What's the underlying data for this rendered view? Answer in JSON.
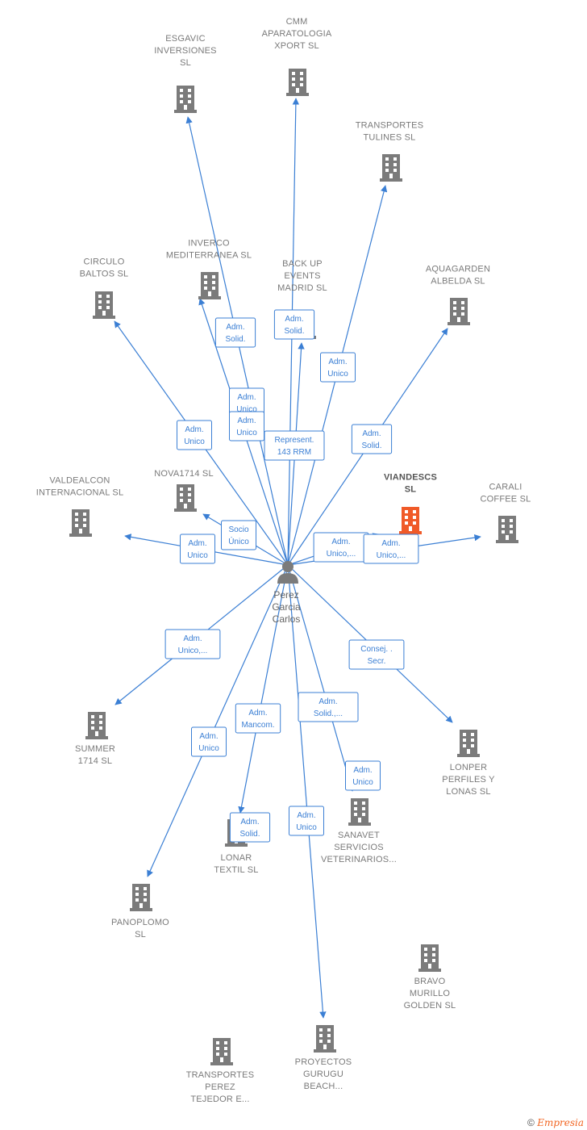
{
  "person": {
    "label_lines": [
      "Perez",
      "Garcia",
      "Carlos"
    ],
    "icon": "person-icon"
  },
  "colors": {
    "edge": "#3b7fd4",
    "building": "#7b7b7b",
    "focus_building": "#f05a28"
  },
  "companies": [
    {
      "id": "esgavic",
      "lines": [
        "ESGAVIC",
        "INVERSIONES",
        "SL"
      ],
      "focus": false
    },
    {
      "id": "cmm",
      "lines": [
        "CMM",
        "APARATOLOGIA",
        "XPORT  SL"
      ],
      "focus": false
    },
    {
      "id": "tulines",
      "lines": [
        "TRANSPORTES",
        "TULINES  SL"
      ],
      "focus": false
    },
    {
      "id": "inverco",
      "lines": [
        "INVERCO",
        "MEDITERRANEA SL"
      ],
      "focus": false
    },
    {
      "id": "circulo",
      "lines": [
        "CIRCULO",
        "BALTOS  SL"
      ],
      "focus": false
    },
    {
      "id": "backup",
      "lines": [
        "BACK UP",
        "EVENTS",
        "MADRID SL"
      ],
      "focus": false
    },
    {
      "id": "aquagarden",
      "lines": [
        "AQUAGARDEN",
        "ALBELDA  SL"
      ],
      "focus": false
    },
    {
      "id": "nova",
      "lines": [
        "NOVA1714  SL"
      ],
      "focus": false
    },
    {
      "id": "valdealcon",
      "lines": [
        "VALDEALCON",
        "INTERNACIONAL SL"
      ],
      "focus": false
    },
    {
      "id": "viandescs",
      "lines": [
        "VIANDESCS",
        "SL"
      ],
      "focus": true
    },
    {
      "id": "carali",
      "lines": [
        "CARALI",
        "COFFEE SL"
      ],
      "focus": false
    },
    {
      "id": "summer",
      "lines": [
        "SUMMER",
        "1714  SL"
      ],
      "focus": false
    },
    {
      "id": "lonper",
      "lines": [
        "LONPER",
        "PERFILES Y",
        "LONAS SL"
      ],
      "focus": false
    },
    {
      "id": "lonar",
      "lines": [
        "LONAR",
        "TEXTIL  SL"
      ],
      "focus": false
    },
    {
      "id": "sanavet",
      "lines": [
        "SANAVET",
        "SERVICIOS",
        "VETERINARIOS..."
      ],
      "focus": false
    },
    {
      "id": "panoplomo",
      "lines": [
        "PANOPLOMO",
        "SL"
      ],
      "focus": false
    },
    {
      "id": "bravo",
      "lines": [
        "BRAVO",
        "MURILLO",
        "GOLDEN SL"
      ],
      "focus": false
    },
    {
      "id": "perez_tejedor",
      "lines": [
        "TRANSPORTES",
        "PEREZ",
        "TEJEDOR E..."
      ],
      "focus": false
    },
    {
      "id": "gurugu",
      "lines": [
        "PROYECTOS",
        "GURUGU",
        "BEACH..."
      ],
      "focus": false
    }
  ],
  "relations": [
    {
      "to": "esgavic",
      "label": [
        "Adm.",
        "Solid."
      ]
    },
    {
      "to": "cmm",
      "label": [
        "Adm.",
        "Solid."
      ]
    },
    {
      "to": "tulines",
      "label": [
        "Adm.",
        "Unico"
      ]
    },
    {
      "to": "inverco",
      "label": [
        "Adm.",
        "Unico"
      ]
    },
    {
      "to": "circulo",
      "label": [
        "Adm.",
        "Unico"
      ]
    },
    {
      "to": "backup",
      "label": [
        "Represent.",
        "143 RRM"
      ]
    },
    {
      "to": "aquagarden",
      "label": [
        "Adm.",
        "Solid."
      ]
    },
    {
      "to": "nova",
      "label": [
        "Adm.",
        "Unico"
      ]
    },
    {
      "to": "nova",
      "label": [
        "Socio",
        "Único"
      ]
    },
    {
      "to": "valdealcon",
      "label": [
        "Adm.",
        "Unico"
      ]
    },
    {
      "to": "viandescs",
      "label": [
        "Adm.",
        "Unico,..."
      ]
    },
    {
      "to": "carali",
      "label": [
        "Adm.",
        "Unico,..."
      ]
    },
    {
      "to": "summer",
      "label": [
        "Adm.",
        "Unico,..."
      ]
    },
    {
      "to": "lonper",
      "label": [
        "Consej. .",
        "Secr."
      ]
    },
    {
      "to": "lonar",
      "label": [
        "Adm.",
        "Mancom."
      ]
    },
    {
      "to": "lonar",
      "label": [
        "Adm.",
        "Solid."
      ]
    },
    {
      "to": "sanavet",
      "label": [
        "Adm.",
        "Solid.,..."
      ]
    },
    {
      "to": "sanavet",
      "label": [
        "Adm.",
        "Unico"
      ]
    },
    {
      "to": "panoplomo",
      "label": [
        "Adm.",
        "Unico"
      ]
    },
    {
      "to": "gurugu",
      "label": [
        "Adm.",
        "Unico"
      ]
    }
  ],
  "footer": {
    "copyright": "©",
    "brand": "Empresia"
  }
}
